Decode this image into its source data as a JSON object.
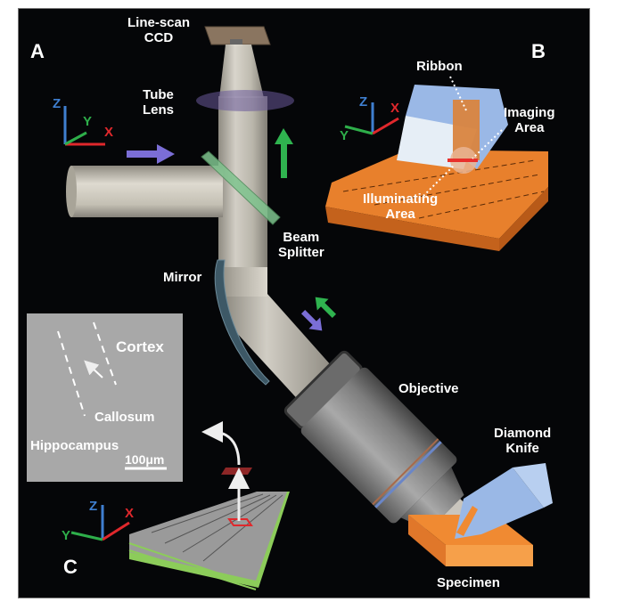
{
  "figure": {
    "panels": {
      "a": {
        "letter": "A"
      },
      "b": {
        "letter": "B"
      },
      "c": {
        "letter": "C"
      }
    },
    "labels": {
      "ccd": "Line-scan\nCCD",
      "tube_lens": "Tube\nLens",
      "beam_splitter": "Beam\nSplitter",
      "mirror": "Mirror",
      "objective": "Objective",
      "diamond_knife": "Diamond\nKnife",
      "specimen": "Specimen",
      "ribbon": "Ribbon",
      "imaging_area": "Imaging\nArea",
      "illuminating_area": "Illuminating\nArea"
    },
    "axes": {
      "z": "Z",
      "y": "Y",
      "x": "X"
    },
    "inset": {
      "cortex": "Cortex",
      "callosum": "Callosum",
      "hippocampus": "Hippocampus",
      "scale_bar": "100μm"
    },
    "colors": {
      "background": "#050608",
      "axis_x": "#e0282c",
      "axis_y": "#2eae4a",
      "axis_z": "#3f7fd0",
      "illumination_arrow": "#7b6ed6",
      "emission_arrow": "#2fb34f",
      "specimen": "#f08a32",
      "knife": "#9ab8e6",
      "beam_splitter": "#7fc48e",
      "section_edge": "#8ccc5a"
    }
  }
}
